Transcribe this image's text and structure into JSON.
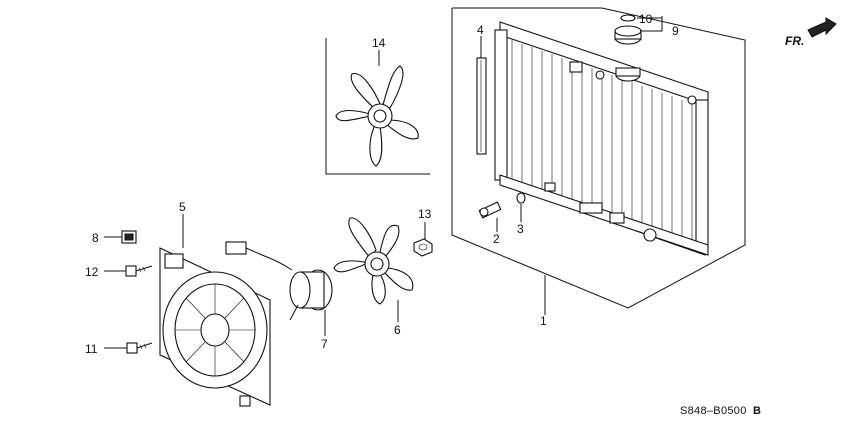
{
  "diagram": {
    "direction_label": "FR.",
    "drawing_code": "S848–B0500",
    "drawing_code_suffix": "B",
    "callouts": {
      "radiator": "1",
      "drain_plug": "2",
      "o_ring": "3",
      "cushion": "4",
      "shroud": "5",
      "fan": "6",
      "motor": "7",
      "clip": "8",
      "cap_assembly": "9",
      "cap_seal": "10",
      "bolt_lower": "11",
      "bolt_upper": "12",
      "nut": "13",
      "fan_alt": "14"
    }
  }
}
